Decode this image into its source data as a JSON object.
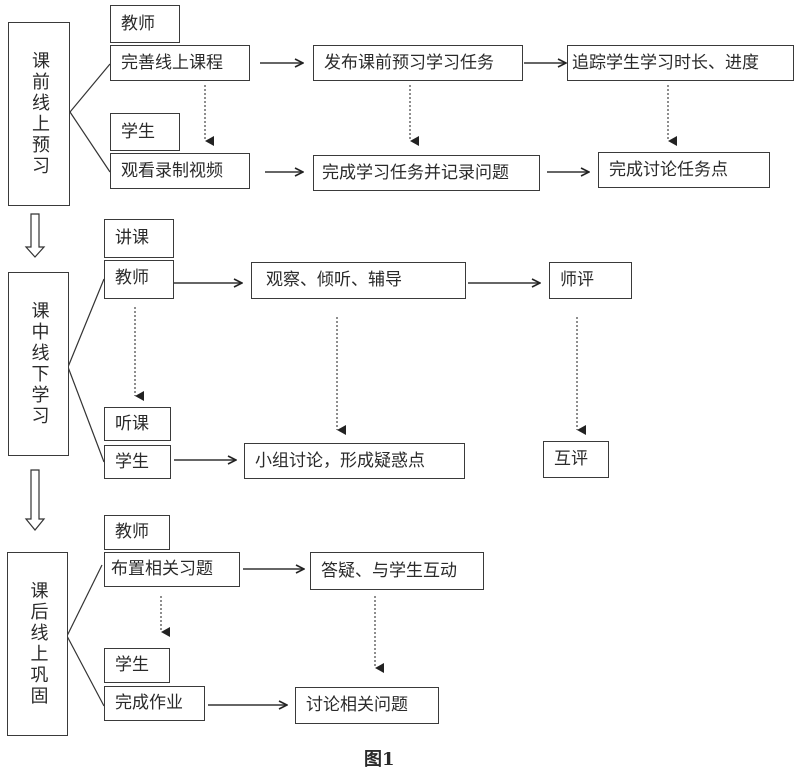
{
  "figure": {
    "caption": "图1",
    "stages": [
      {
        "title": "课前线上预习",
        "teacher_label": "教师",
        "student_label": "学生",
        "teacher_flow": [
          "完善线上课程",
          "发布课前预习学习任务",
          "追踪学生学习时长、进度"
        ],
        "student_flow": [
          "观看录制视频",
          "完成学习任务并记录问题",
          "完成讨论任务点"
        ]
      },
      {
        "title": "课中线下学习",
        "teacher_tag": "讲课",
        "teacher_label": "教师",
        "student_tag": "听课",
        "student_label": "学生",
        "teacher_flow": [
          "观察、倾听、辅导",
          "师评"
        ],
        "student_flow": [
          "小组讨论，形成疑惑点",
          "互评"
        ]
      },
      {
        "title": "课后线上巩固",
        "teacher_label": "教师",
        "student_label": "学生",
        "teacher_flow": [
          "布置相关习题",
          "答疑、与学生互动"
        ],
        "student_flow": [
          "完成作业",
          "讨论相关问题"
        ]
      }
    ]
  }
}
